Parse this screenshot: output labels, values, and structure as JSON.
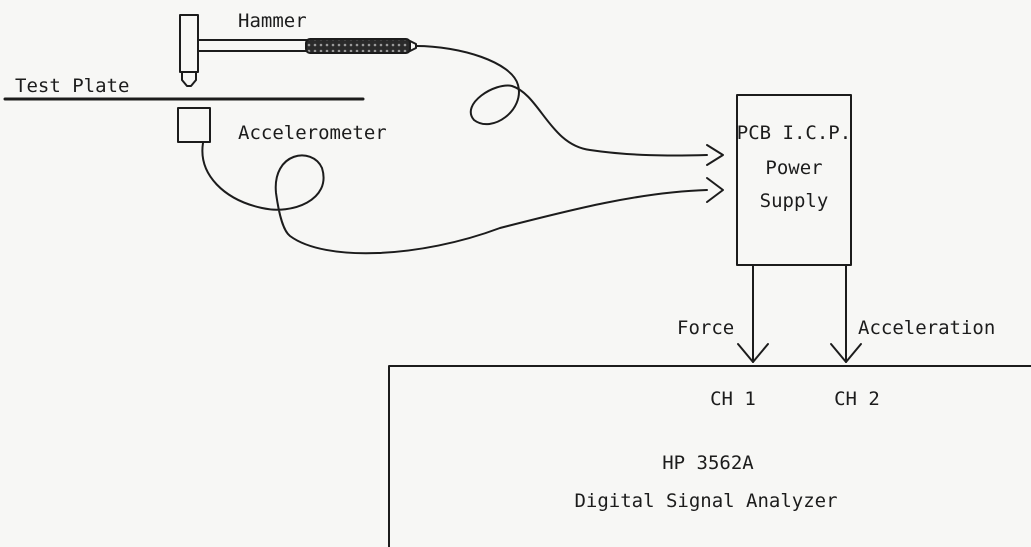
{
  "labels": {
    "hammer": "Hammer",
    "test_plate": "Test Plate",
    "accelerometer": "Accelerometer",
    "power_supply_line1": "PCB I.C.P.",
    "power_supply_line2": "Power",
    "power_supply_line3": "Supply",
    "force": "Force",
    "acceleration": "Acceleration",
    "ch1": "CH 1",
    "ch2": "CH 2",
    "analyzer_model": "HP 3562A",
    "analyzer_name": "Digital Signal Analyzer"
  },
  "colors": {
    "ink": "#1c1c1c",
    "paper": "#f7f7f5"
  }
}
